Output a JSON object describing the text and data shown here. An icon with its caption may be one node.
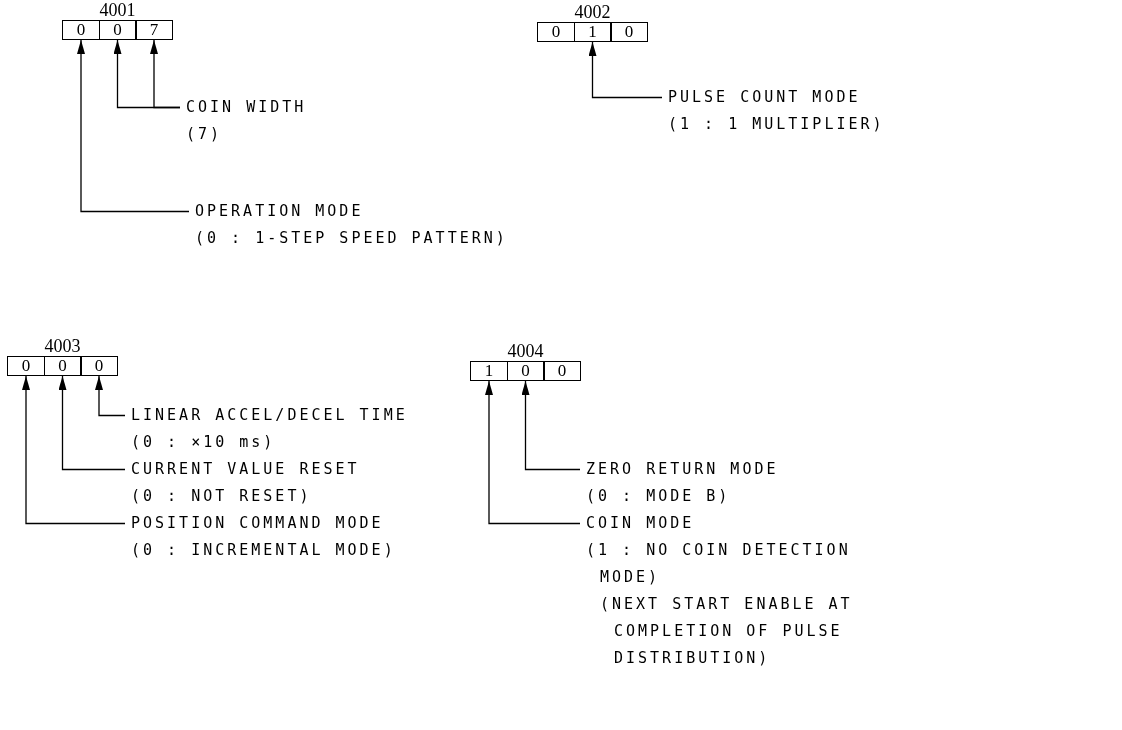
{
  "diagram": {
    "nodes": [
      {
        "text": [
          "4001"
        ]
      },
      {
        "text": [
          "0"
        ],
        "in": 0
      },
      {
        "text": [
          "0"
        ],
        "in": 0
      },
      {
        "text": [
          "7"
        ],
        "in": 0
      },
      {
        "text": [
          "4002"
        ]
      },
      {
        "text": [
          "0"
        ],
        "in": 4
      },
      {
        "text": [
          "1"
        ],
        "in": 4
      },
      {
        "text": [
          "0"
        ],
        "in": 4
      },
      {
        "text": [
          "COIN WIDTH",
          "(7)"
        ]
      },
      {
        "text": [
          "PULSE COUNT MODE",
          "(1 : 1 MULTIPLIER)"
        ]
      },
      {
        "text": [
          "OPERATION MODE",
          "(0 : 1-STEP SPEED PATTERN)"
        ]
      },
      {
        "text": [
          "4003"
        ]
      },
      {
        "text": [
          "0"
        ],
        "in": 11
      },
      {
        "text": [
          "0"
        ],
        "in": 11
      },
      {
        "text": [
          "0"
        ],
        "in": 11
      },
      {
        "text": [
          "4004"
        ]
      },
      {
        "text": [
          "1"
        ],
        "in": 15
      },
      {
        "text": [
          "0"
        ],
        "in": 15
      },
      {
        "text": [
          "0"
        ],
        "in": 15
      },
      {
        "text": [
          "LINEAR ACCEL/DECEL TIME",
          "(0 : ×10 ms)"
        ]
      },
      {
        "text": [
          "ZERO RETURN MODE",
          "(0 : MODE B)"
        ]
      },
      {
        "text": [
          "CURRENT VALUE RESET",
          "(0 : NOT RESET)"
        ]
      },
      {
        "text": [
          "COIN MODE",
          "(1 : NO COIN DETECTION MODE)",
          "(NEXT START ENABLE AT COMPLETION OF PULSE DISTRIBUTION)"
        ]
      },
      {
        "text": [
          "POSITION COMMAND MODE",
          "(0 : INCREMENTAL MODE)"
        ]
      }
    ],
    "edges": [
      {
        "from": 8,
        "to": 2,
        "arrow": "to"
      },
      {
        "from": 8,
        "to": 3,
        "arrow": "to"
      },
      {
        "from": 9,
        "to": 6,
        "arrow": "to"
      },
      {
        "from": 10,
        "to": 1,
        "arrow": "to"
      },
      {
        "from": 19,
        "to": 14,
        "arrow": "to"
      },
      {
        "from": 21,
        "to": 13,
        "arrow": "to"
      },
      {
        "from": 23,
        "to": 12,
        "arrow": "to"
      },
      {
        "from": 20,
        "to": 17,
        "arrow": "to"
      },
      {
        "from": 22,
        "to": 16,
        "arrow": "to"
      }
    ]
  }
}
